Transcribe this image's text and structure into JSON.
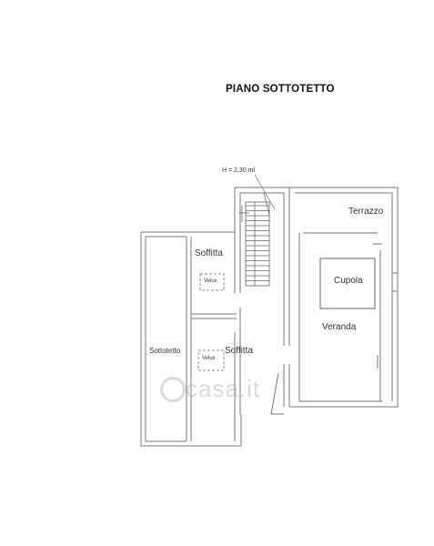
{
  "title": "PIANO SOTTOTETTO",
  "height_note": "H = 2,30 ml",
  "rooms": {
    "terrazzo": "Terrazzo",
    "cupola": "Cupola",
    "veranda": "Veranda",
    "soffitta_top": "Soffitta",
    "soffitta_bottom": "Soffitta",
    "sottotetto": "Sottotetto"
  },
  "skylights": {
    "top": "Velux",
    "bottom": "Velux"
  },
  "watermark": "casa.it",
  "colors": {
    "wall": "#7a7a7a",
    "line": "#555555",
    "text": "#333333"
  }
}
